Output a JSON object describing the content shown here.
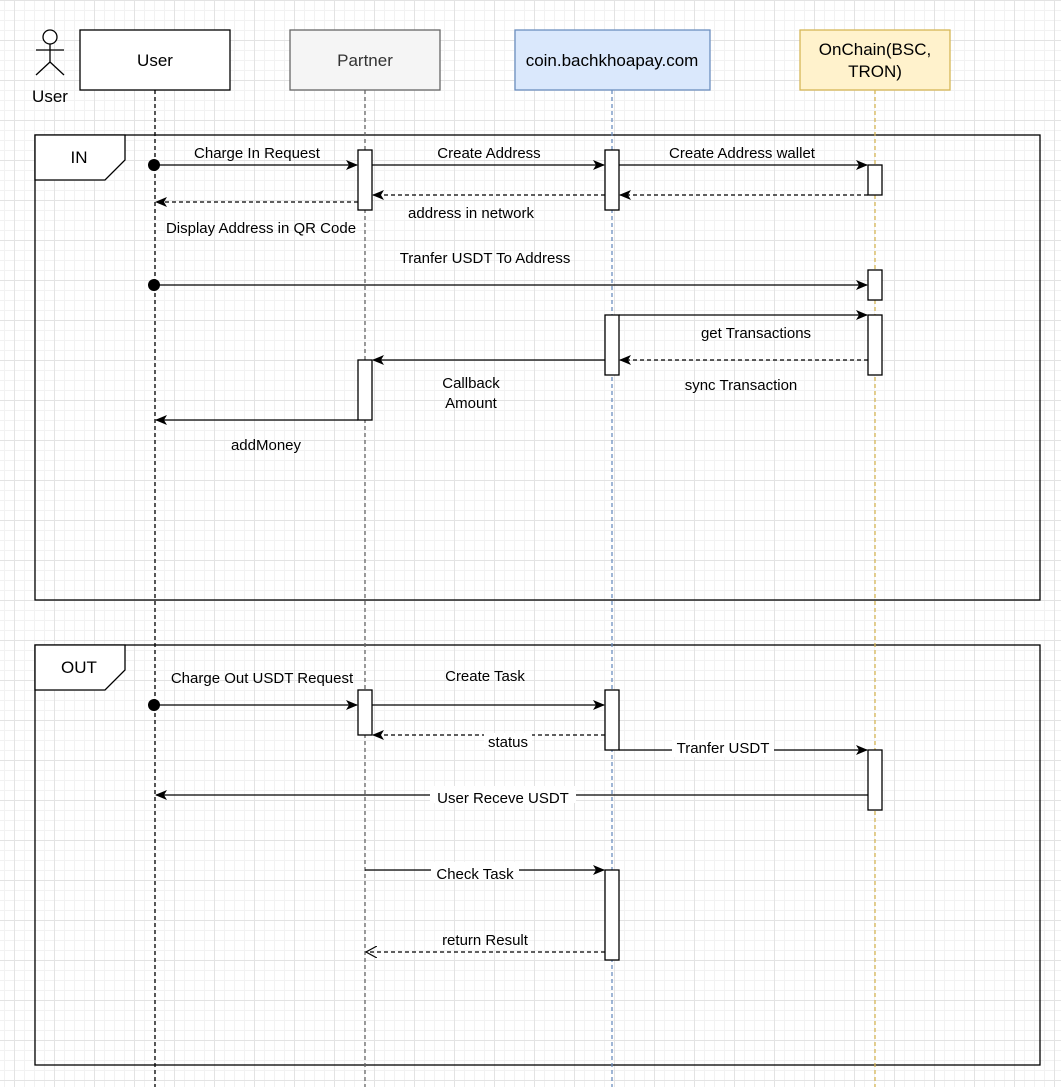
{
  "actor": {
    "label": "User"
  },
  "lifelines": {
    "user": {
      "label": "User"
    },
    "partner": {
      "label": "Partner"
    },
    "coin": {
      "label": "coin.bachkhoapay.com"
    },
    "onchain": {
      "label_line1": "OnChain(BSC,",
      "label_line2": "TRON)"
    }
  },
  "frames": {
    "in": {
      "label": "IN"
    },
    "out": {
      "label": "OUT"
    }
  },
  "messages": {
    "charge_in_request": "Charge In Request",
    "create_address": "Create Address",
    "create_address_wallet": "Create Address wallet",
    "address_in_network": "address in network",
    "display_address_qr": "Display Address in QR Code",
    "transfer_usdt_to_address": "Tranfer  USDT To Address",
    "get_transactions": "get Transactions",
    "sync_transaction": "sync Transaction",
    "callback_amount_line1": "Callback",
    "callback_amount_line2": "Amount",
    "add_money": "addMoney",
    "charge_out_usdt_request": "Charge Out USDT Request",
    "create_task": "Create Task",
    "status": "status",
    "transfer_usdt": "Tranfer USDT",
    "user_receive_usdt": "User Receve USDT",
    "check_task": "Check Task",
    "return_result": "return Result"
  },
  "colors": {
    "partner_fill": "#f5f5f5",
    "partner_stroke": "#666666",
    "coin_fill": "#dae8fc",
    "coin_stroke": "#6c8ebf",
    "onchain_fill": "#fff2cc",
    "onchain_stroke": "#d6b656"
  }
}
